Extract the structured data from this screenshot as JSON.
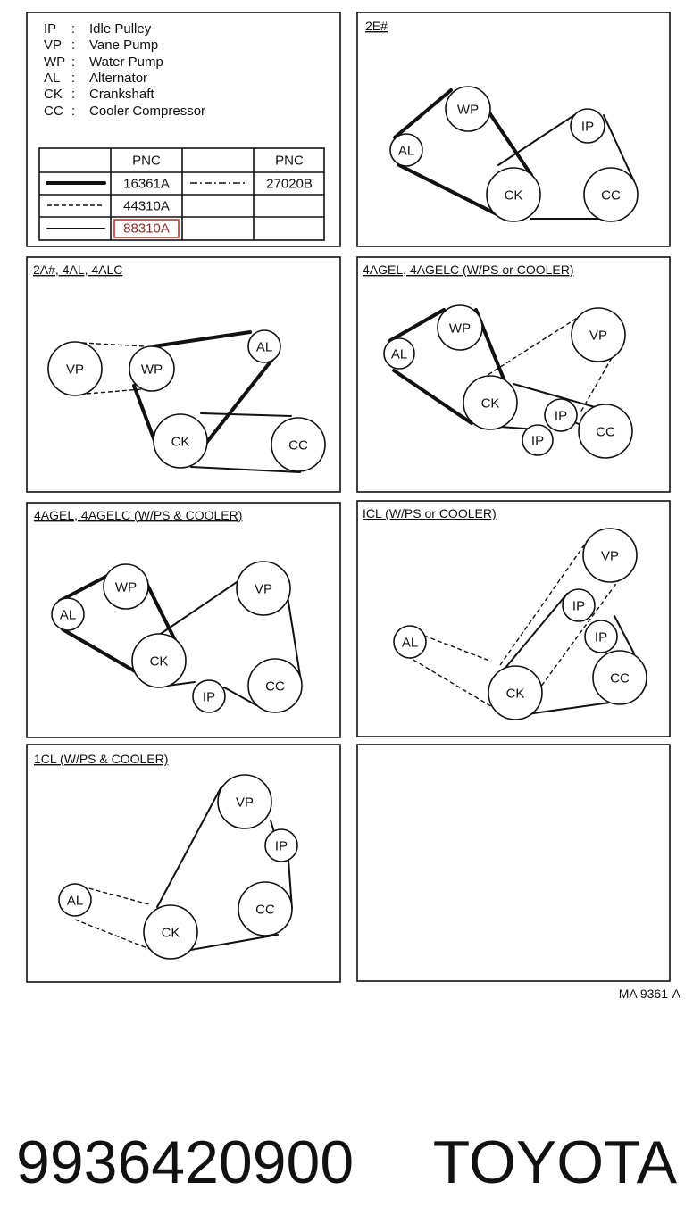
{
  "legend": [
    {
      "abbr": "IP",
      "name": "Idle Pulley"
    },
    {
      "abbr": "VP",
      "name": "Vane Pump"
    },
    {
      "abbr": "WP",
      "name": "Water Pump"
    },
    {
      "abbr": "AL",
      "name": "Alternator"
    },
    {
      "abbr": "CK",
      "name": "Crankshaft"
    },
    {
      "abbr": "CC",
      "name": "Cooler Compressor"
    }
  ],
  "pnc_table": {
    "header": "PNC",
    "left": [
      "16361A",
      "44310A",
      "88310A"
    ],
    "right": [
      "27020B"
    ],
    "highlighted": "88310A"
  },
  "panels": [
    {
      "title": "2E#"
    },
    {
      "title": "2A#, 4AL, 4ALC"
    },
    {
      "title": "4AGEL, 4AGELC (W/PS or COOLER)"
    },
    {
      "title": "4AGEL, 4AGELC (W/PS & COOLER)"
    },
    {
      "title": "ICL (W/PS or COOLER)"
    },
    {
      "title": "1CL (W/PS & COOLER)"
    },
    {
      "title": ""
    }
  ],
  "footer_code": "MA 9361-A",
  "part_number": "9936420900",
  "brand": "TOYOTA",
  "colors": {
    "highlight": "#c0392b",
    "line": "#111111"
  }
}
